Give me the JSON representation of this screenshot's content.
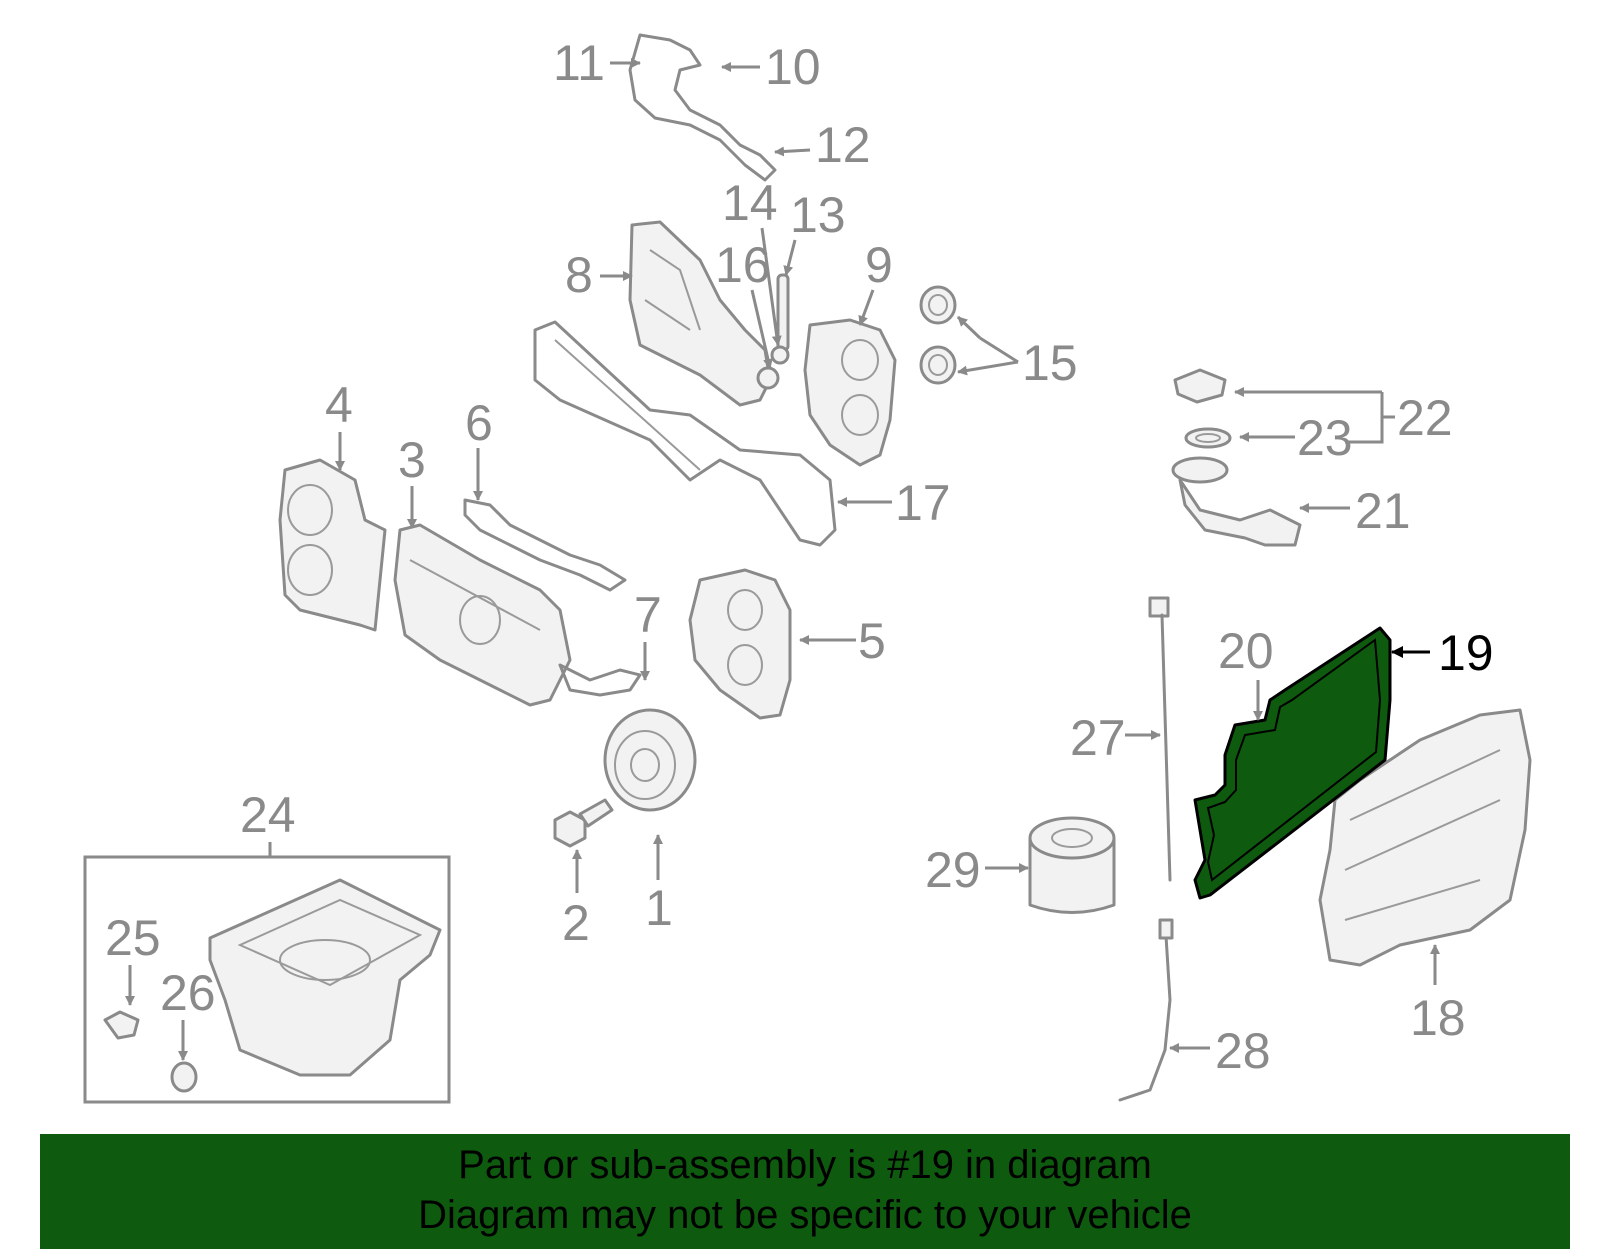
{
  "labels": [
    "1",
    "2",
    "3",
    "4",
    "5",
    "6",
    "7",
    "8",
    "9",
    "10",
    "11",
    "12",
    "13",
    "14",
    "15",
    "16",
    "17",
    "18",
    "19",
    "20",
    "21",
    "22",
    "23",
    "24",
    "25",
    "26",
    "27",
    "28",
    "29"
  ],
  "highlighted_part": "19",
  "colors": {
    "highlight_fill": "#0e5a0e",
    "line": "#8a8a8a",
    "banner_bg": "#0e5a0e",
    "text": "#000000"
  },
  "banner": {
    "line1": "Part or sub-assembly is #19 in diagram",
    "line2": "Diagram may not be specific to your vehicle"
  }
}
